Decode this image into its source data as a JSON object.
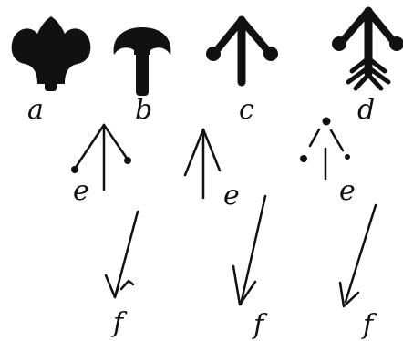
{
  "figure": {
    "labels": {
      "a": "a",
      "b": "b",
      "c": "c",
      "d": "d",
      "e1": "e",
      "e2": "e",
      "e3": "e",
      "f1": "f",
      "f2": "f",
      "f3": "f"
    }
  }
}
